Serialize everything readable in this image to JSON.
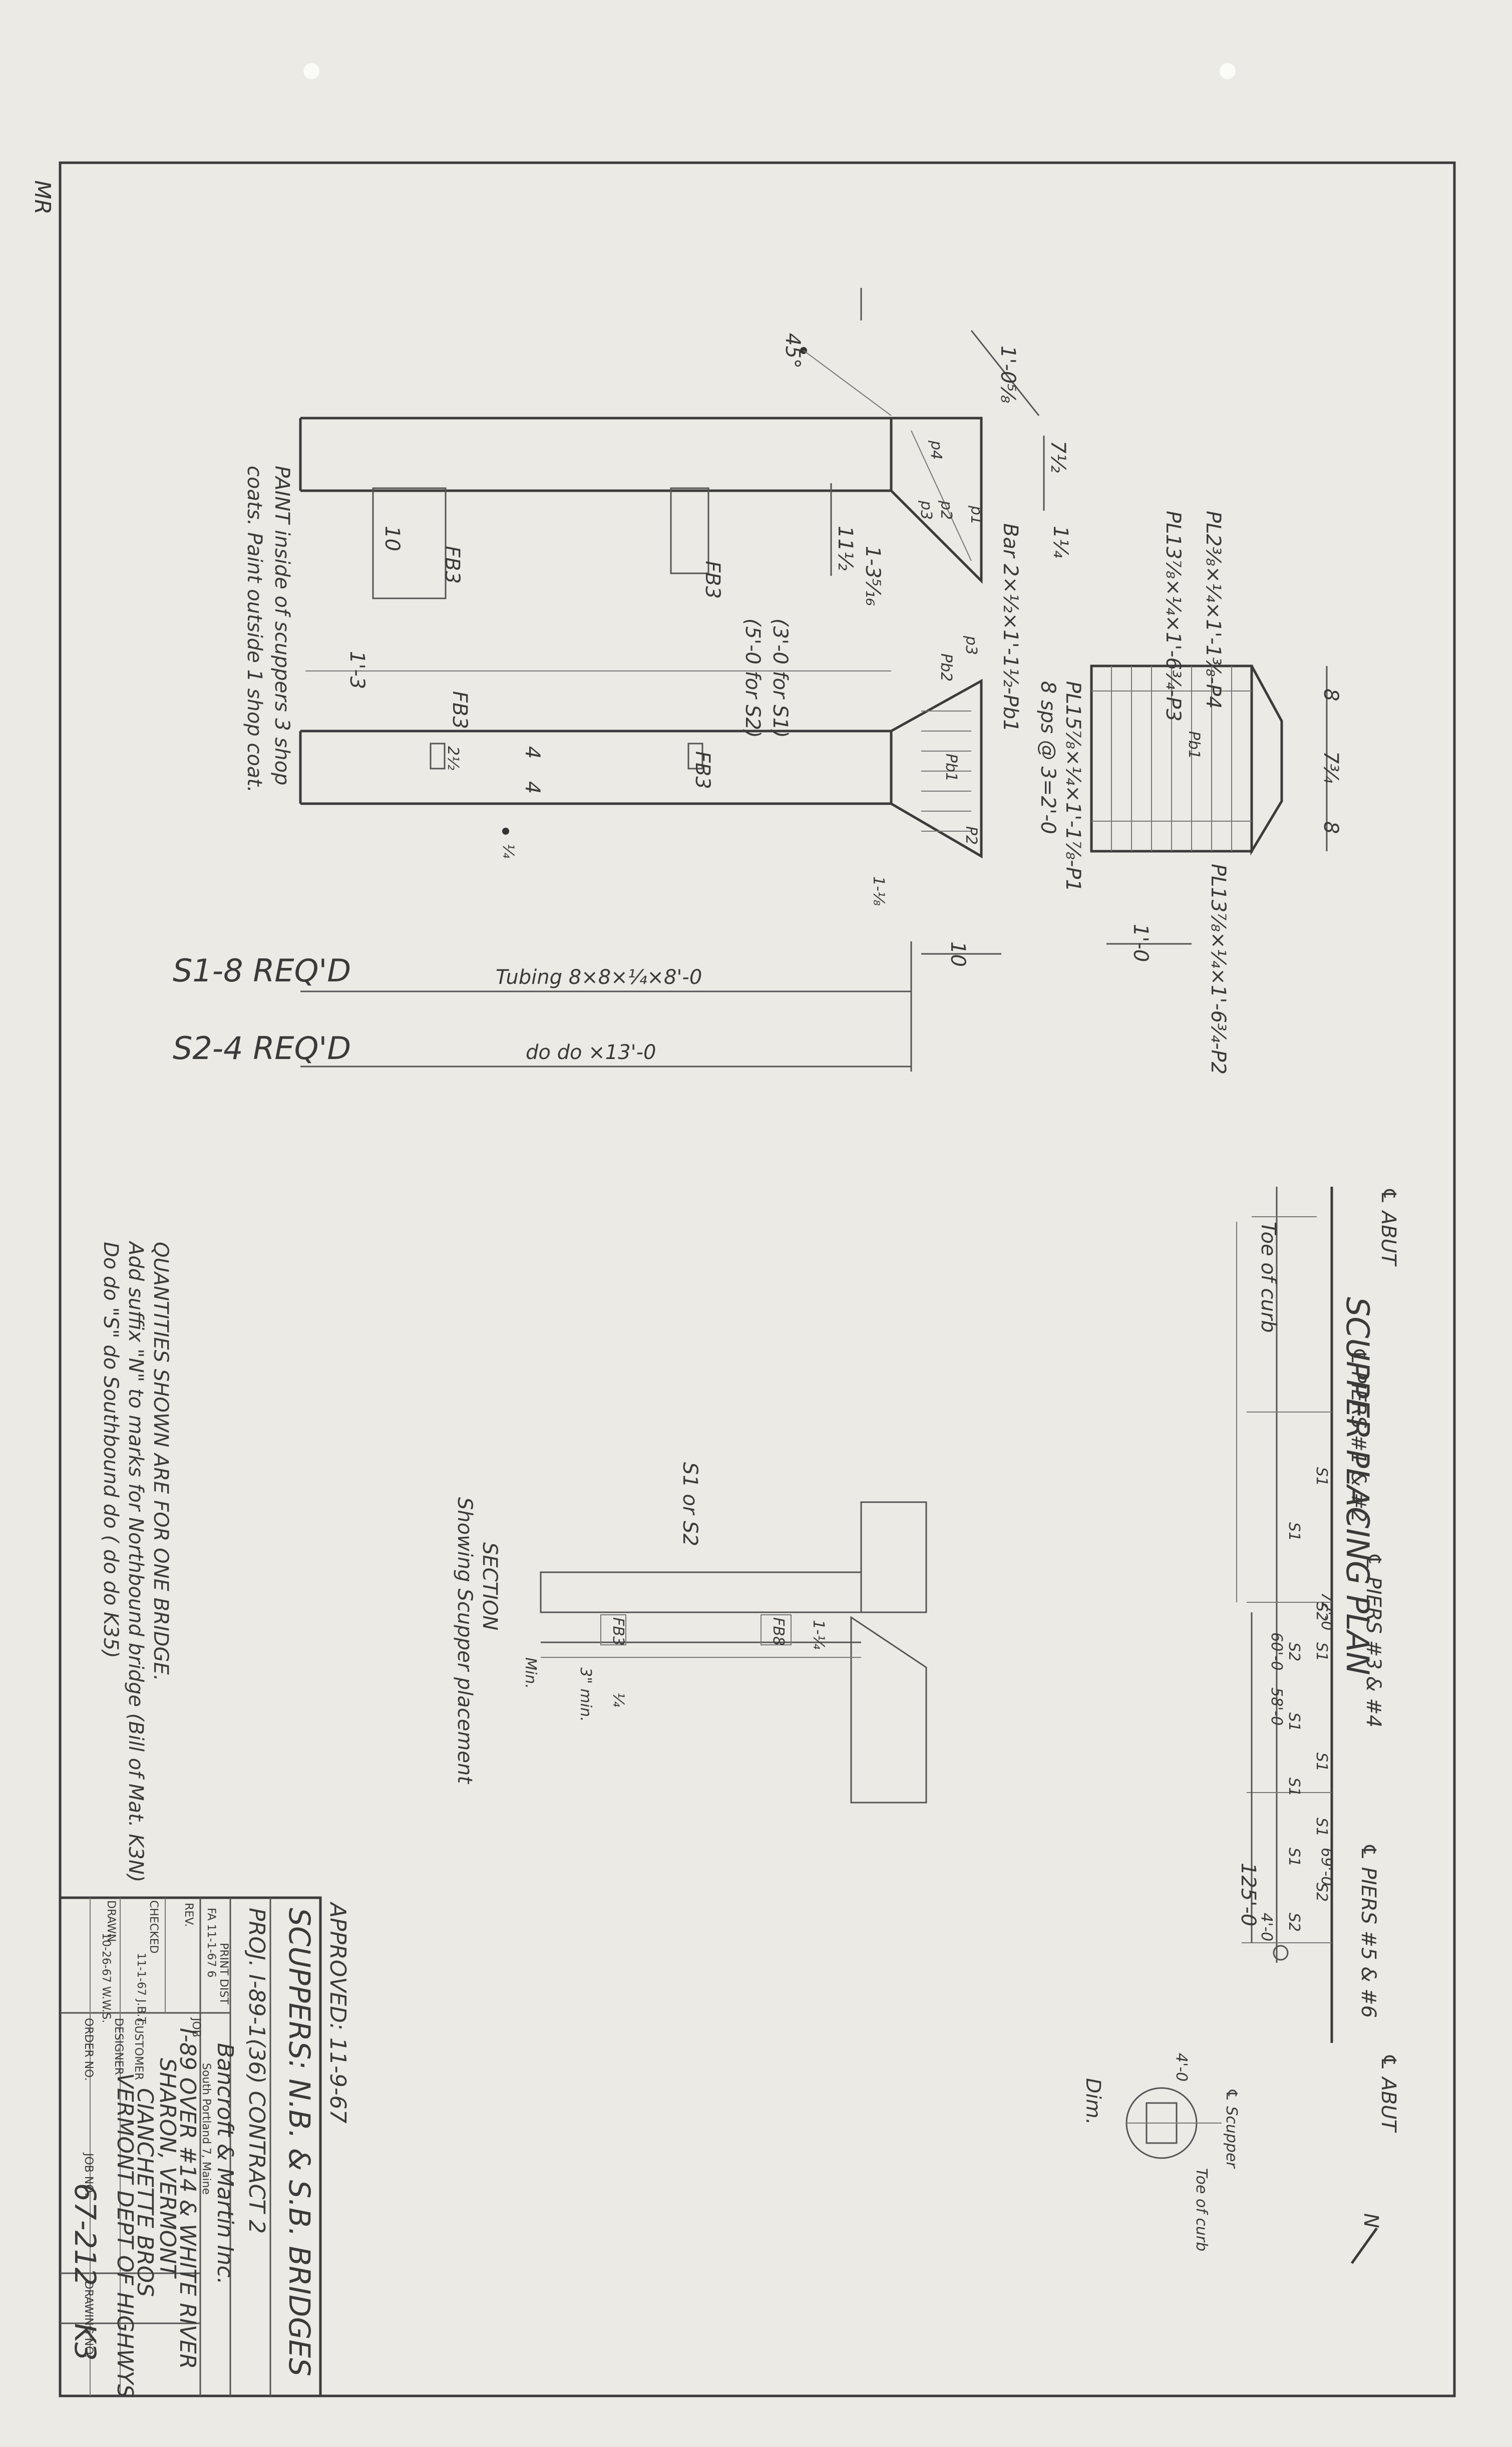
{
  "sheet_margin_marks": {
    "left_edge": "MR"
  },
  "detail": {
    "weld_45": "45°",
    "dim_1_0_5_8": "1'-0⅝",
    "dim_7_1_2": "7½",
    "dim_1_1_4": "1¼",
    "dim_11_1_2": "11½",
    "dim_1_3_5_16": "1-3⁵⁄₁₆",
    "dim_10_a": "10",
    "dim_10_b": "10",
    "dim_1_3": "1'-3",
    "dim_2_1_2": "2½",
    "dim_4_a": "4",
    "dim_4_b": "4",
    "dim_8_a": "8",
    "dim_8_b": "8",
    "dim_7_3_4": "7¾",
    "dim_1_0": "1'-0",
    "dim_1_1_8": "1-⅛",
    "fb3_labels": [
      "FB3",
      "FB3",
      "FB3",
      "FB3"
    ],
    "weld_sym": "¼",
    "bar_label": "Bar 2×½×1'-1½-Pb1",
    "spacing_note_s1": "(3'-0 for S1)",
    "spacing_note_s2": "(5'-0 for S2)",
    "plate_p4": "PL2⅜×¼×1'-1⅜-P4",
    "plate_p3": "PL13⅞×¼×1'-6¾-P3",
    "plate_p1": "PL15⅞×¼×1'-1⅞-P1",
    "plate_p1_spacing": "8 sps @ 3=2'-0",
    "plate_p2": "PL13⅞×¼×1'-6¾-P2",
    "pb1_tag": "Pb1",
    "small_tags": [
      "p4",
      "p3",
      "Pb2",
      "Pb1",
      "P2",
      "p1",
      "p2",
      "p3"
    ],
    "paint_note_line1": "PAINT inside of scuppers 3 shop",
    "paint_note_line2": "coats. Paint outside 1 shop coat.",
    "s1_qty": "S1-8 REQ'D",
    "s1_tubing": "Tubing 8×8×¼×8'-0",
    "s2_qty": "S2-4 REQ'D",
    "s2_tubing": "do     do  ×13'-0"
  },
  "placing_plan": {
    "title": "SCUPPER PLACING PLAN",
    "cl_abut_top": "℄ ABUT",
    "toe_of_curb": "Toe of curb",
    "piers_1_2": "℄ PIERS #1 & #2",
    "piers_3_4": "℄ PIERS #3 & #4",
    "piers_5_6": "℄ PIERS #5 & #6",
    "cl_abut_bottom": "℄ ABUT",
    "s_labels": [
      "S1",
      "S1",
      "S1",
      "S1",
      "S1",
      "S1",
      "S1",
      "S1",
      "S2",
      "S2",
      "S2",
      "S2"
    ],
    "dim_72_0": "72'-0",
    "dim_60_0": "60'-0",
    "dim_58_0": "58'-0",
    "dim_69_0": "69'-0",
    "dim_125_0": "125'-0",
    "dim_4_0": "4'-0",
    "dim_4_0_b": "4'-0",
    "cl_scupper": "℄ Scupper",
    "toe_of_curb_2": "Toe of curb",
    "dim_label": "Dim.",
    "north": "N"
  },
  "section": {
    "title": "SECTION",
    "subtitle": "Showing Scupper placement",
    "s1_or_s2": "S1 or S2",
    "fb3": "FB3",
    "fb8": "FB8",
    "dim_1_1_4": "1-¼",
    "min_3": "3\" min.",
    "min": "Min.",
    "weld": "¼"
  },
  "notes": {
    "line1": "QUANTITIES SHOWN ARE FOR ONE BRIDGE.",
    "line2": "Add suffix \"N\" to marks for Northbound bridge (Bill of Mat. K3N)",
    "line3": "Do    do   \"S\"   do    Southbound  do   (  do    do  K35)"
  },
  "title_block": {
    "approved": "APPROVED: 11-9-67",
    "title": "SCUPPERS: N.B. & S.B. BRIDGES",
    "project": "PROJ. I-89-1(36) CONTRACT 2",
    "print_dist_label": "PRINT DIST",
    "print_dist_value": "FA  11-1-67   6",
    "rev_label": "REV.",
    "checked_label": "CHECKED",
    "checked_value": "11-1-67 J.B.T.",
    "drawn_label": "DRAWN",
    "drawn_value": "10-26-67 W.W.S.",
    "firm_line1": "Bancroft & Martin Inc.",
    "firm_line2": "South Portland 7, Maine",
    "job_label": "JOB",
    "job_line1": "I-89 OVER #14 & WHITE RIVER",
    "job_line2": "SHARON, VERMONT",
    "customer_label": "CUSTOMER",
    "customer_value": "CIANCHETTE BROS",
    "designer_label": "DESIGNER",
    "designer_value": "VERMONT DEPT OF HIGHWYS",
    "order_label": "ORDER NO.",
    "job_no_label": "JOB NO.",
    "job_no_value": "67-212",
    "drawing_no_label": "DRAWING NO.",
    "drawing_no_value": "K3"
  }
}
